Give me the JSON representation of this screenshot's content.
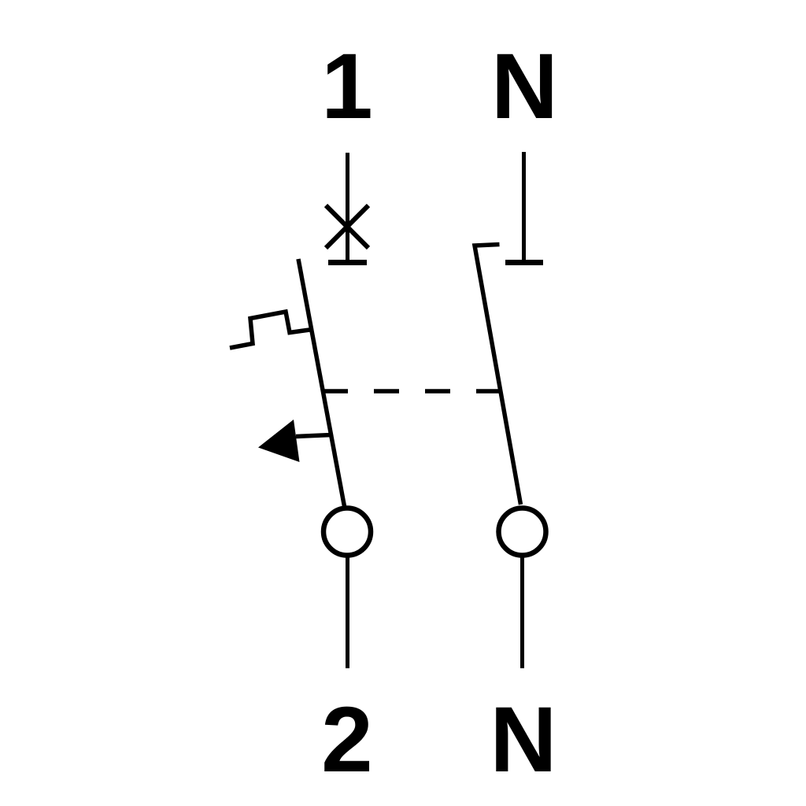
{
  "diagram": {
    "pole1": {
      "top_label": "1",
      "bottom_label": "2"
    },
    "neutral_pole": {
      "top_label": "N",
      "bottom_label": "N"
    }
  },
  "symbols": {
    "breaker_contact_cross": "x-cross",
    "trip_arrow": "left-pointing-filled-triangle",
    "terminal_contact": "open-circle",
    "mechanical_coupling": "dashed-line",
    "thermal_overload_release": "square-bump"
  },
  "colors": {
    "stroke": "#000000",
    "background": "#ffffff"
  }
}
